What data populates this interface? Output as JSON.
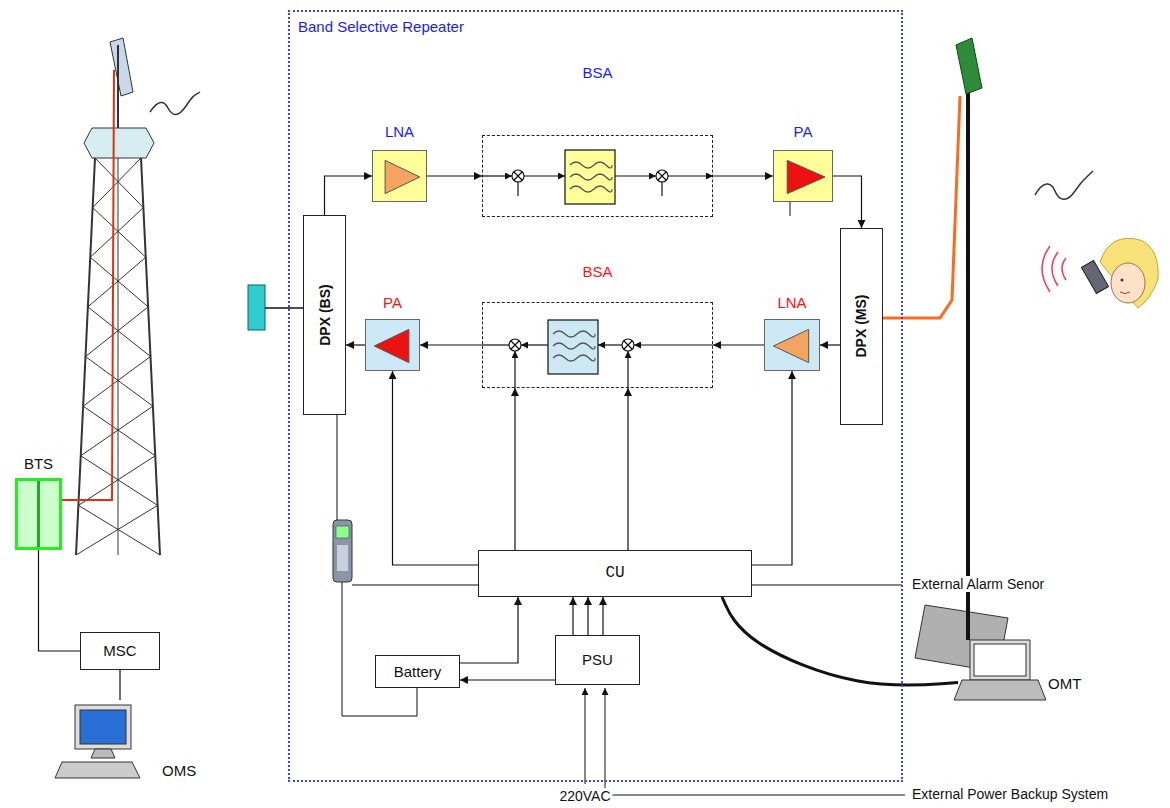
{
  "diagram": {
    "nodes": [
      {
        "text": [
          "Band Selective Repeater"
        ]
      },
      {
        "text": [
          "LNA"
        ],
        "in": 0
      },
      {
        "text": [
          "BSA"
        ],
        "in": 0
      },
      {
        "text": [
          "PA"
        ],
        "in": 0
      },
      {
        "text": [
          "DPX (BS)"
        ],
        "in": 0
      },
      {
        "text": [
          "DPX (MS)"
        ],
        "in": 0
      },
      {
        "text": [
          "PA"
        ],
        "in": 0
      },
      {
        "text": [
          "BSA"
        ],
        "in": 0
      },
      {
        "text": [
          "LNA"
        ],
        "in": 0
      },
      {
        "text": [
          "CU"
        ],
        "in": 0
      },
      {
        "text": [
          "Battery"
        ],
        "in": 0
      },
      {
        "text": [
          "PSU"
        ],
        "in": 0
      },
      {
        "text": [
          "BTS"
        ]
      },
      {
        "text": [
          "MSC"
        ]
      },
      {
        "text": [
          "OMS"
        ]
      },
      {
        "text": [
          "OMT"
        ]
      }
    ],
    "edges": [
      {
        "from": 4,
        "to": 1,
        "arrow": "to"
      },
      {
        "from": 1,
        "to": 2,
        "arrow": "to"
      },
      {
        "from": 2,
        "to": 3,
        "arrow": "to"
      },
      {
        "from": 3,
        "to": 5,
        "arrow": "to"
      },
      {
        "from": 5,
        "to": 8,
        "arrow": "to"
      },
      {
        "from": 8,
        "to": 7,
        "arrow": "to"
      },
      {
        "from": 7,
        "to": 6,
        "arrow": "to"
      },
      {
        "from": 6,
        "to": 4,
        "arrow": "to"
      },
      {
        "from": 9,
        "to": 6,
        "arrow": "to"
      },
      {
        "from": 9,
        "to": 7,
        "arrow": "to"
      },
      {
        "from": 9,
        "to": 7,
        "arrow": "to"
      },
      {
        "from": 9,
        "to": 8,
        "arrow": "to"
      },
      {
        "from": 11,
        "to": 9,
        "arrow": "to"
      },
      {
        "from": 11,
        "to": 9,
        "arrow": "to"
      },
      {
        "from": 11,
        "to": 9,
        "arrow": "to"
      },
      {
        "from": 10,
        "to": 9,
        "arrow": "to"
      },
      {
        "from": 11,
        "to": 10,
        "arrow": "to"
      },
      {
        "from": 9,
        "to": 15,
        "arrow": "none"
      },
      {
        "from": 12,
        "to": 13,
        "arrow": "none"
      },
      {
        "from": 13,
        "to": 14,
        "arrow": "none"
      }
    ],
    "labels": [
      "220VAC",
      "External Alarm Senor",
      "External Power Backup System"
    ]
  }
}
